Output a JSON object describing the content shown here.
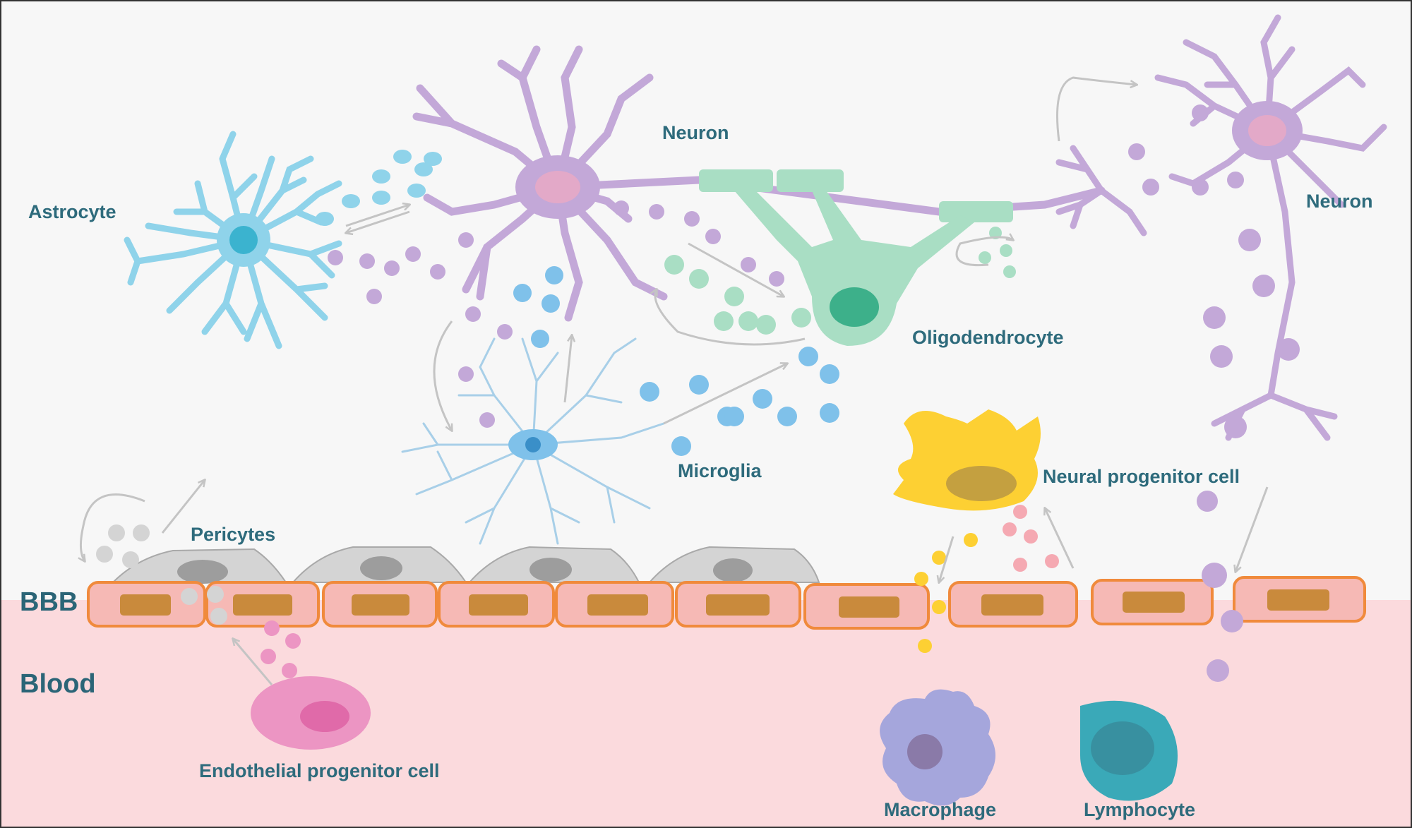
{
  "labels": {
    "astrocyte": "Astrocyte",
    "neuron_left": "Neuron",
    "neuron_right": "Neuron",
    "oligodendrocyte": "Oligodendrocyte",
    "microglia": "Microglia",
    "neural_progenitor": "Neural progenitor cell",
    "pericytes": "Pericytes",
    "bbb": "BBB",
    "blood": "Blood",
    "endothelial_progenitor": "Endothelial progenitor cell",
    "macrophage": "Macrophage",
    "lymphocyte": "Lymphocyte"
  },
  "colors": {
    "astrocyte": "#8fd3ea",
    "neuron": "#c3a8d8",
    "neuron_soma": "#e3a9c8",
    "oligodendrocyte": "#a9dec4",
    "microglia": "#a8cfe8",
    "microglia_dots": "#7fc1ea",
    "neural_progenitor": "#fdd033",
    "pericyte": "#d4d4d4",
    "endothelial": "#f6b9b5",
    "endothelial_border": "#f08a3c",
    "endothelial_nucleus": "#c98a3c",
    "blood": "#fbdadd",
    "brain": "#f7f7f7",
    "endothelial_progenitor": "#ec95c3",
    "macrophage": "#a5a6dc",
    "lymphocyte": "#3aa9b8",
    "label_text": "#2e6b7c",
    "arrow": "#c8c8c8"
  }
}
